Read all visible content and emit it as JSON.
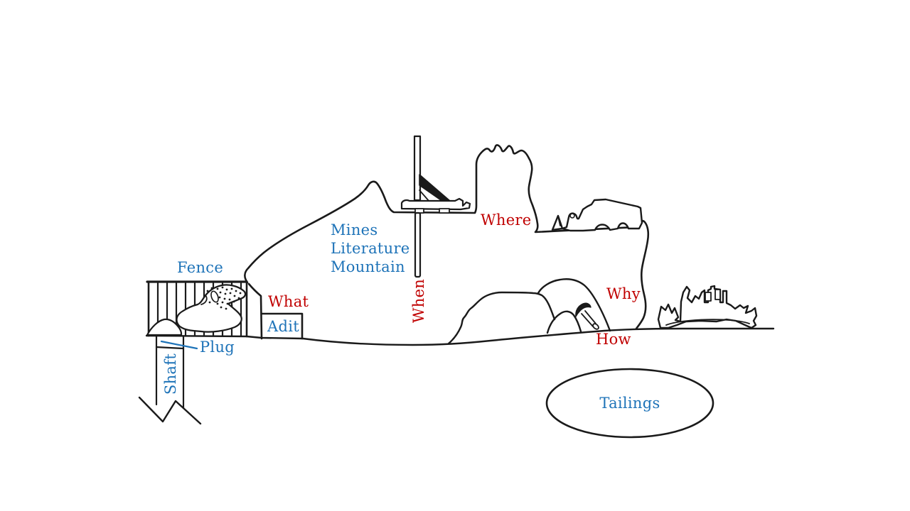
{
  "scene": {
    "background": "#ffffff",
    "description": "Hand-drawn mining cross-section diagram with question-word labels"
  },
  "palette": {
    "ink": "#1a1a1a",
    "feature_label_blue": "#1E73B8",
    "question_label_red": "#C00000"
  },
  "labels": {
    "fence": "Fence",
    "mines": "Mines",
    "literature": "Literature",
    "mountain": "Mountain",
    "what": "What",
    "adit": "Adit",
    "plug": "Plug",
    "shaft": "Shaft",
    "when": "When",
    "where": "Where",
    "why": "Why",
    "how": "How",
    "tailings": "Tailings"
  },
  "icons": {
    "fence": "fence-icon",
    "boulder": "boulder-icon",
    "shaft_break": "shaft-break-arrow-icon",
    "drill_rig": "drill-rig-icon",
    "drill_stem": "drill-stem-icon",
    "scraper": "scraper-truck-icon",
    "rock_pick": "rock-pick-icon",
    "bulldozer": "bulldozer-icon",
    "tailings_pond": "tailings-ellipse-icon"
  }
}
